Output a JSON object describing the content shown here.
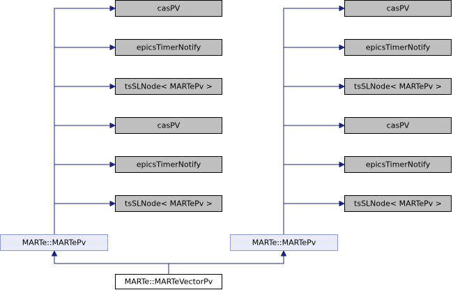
{
  "diagram": {
    "left_column": {
      "bases": [
        "casPV",
        "epicsTimerNotify",
        "tsSLNode< MARTePv >",
        "casPV",
        "epicsTimerNotify",
        "tsSLNode< MARTePv >"
      ],
      "derived": "MARTe::MARTePv"
    },
    "right_column": {
      "bases": [
        "casPV",
        "epicsTimerNotify",
        "tsSLNode< MARTePv >",
        "casPV",
        "epicsTimerNotify",
        "tsSLNode< MARTePv >"
      ],
      "derived": "MARTe::MARTePv"
    },
    "leaf": "MARTe::MARTeVectorPv"
  }
}
